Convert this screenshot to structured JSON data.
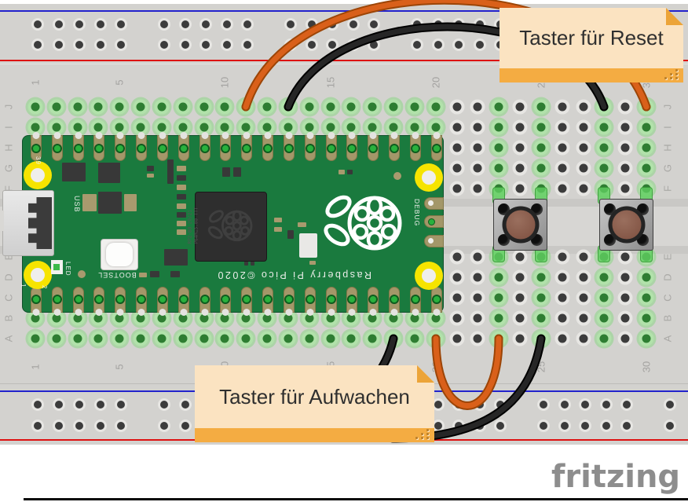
{
  "notes": {
    "reset": {
      "text": "Taster für Reset"
    },
    "wake": {
      "text": "Taster für Aufwachen"
    }
  },
  "watermark": {
    "text": "fritzing"
  },
  "breadboard": {
    "columns": 30,
    "column_numbers": [
      "1",
      "5",
      "10",
      "15",
      "20",
      "25",
      "30"
    ],
    "row_letters_upper": [
      "J",
      "I",
      "H",
      "G",
      "F"
    ],
    "row_letters_lower": [
      "E",
      "D",
      "C",
      "B",
      "A"
    ],
    "highlight_columns": [
      23,
      25,
      28,
      30
    ],
    "device_column_range": [
      1,
      20
    ],
    "colors": {
      "board": "#d3d2cf",
      "hole": "#3c3c3c",
      "hole_ring": "#e7e6e3",
      "connected_hole": "#2e7d32",
      "connected_ring": "#b1e2aa",
      "positive_rail_line": "#dd1111",
      "negative_rail_line": "#2222cc"
    }
  },
  "pico": {
    "board_color": "#1a7a3e",
    "silkscreen": {
      "title": "Raspberry Pi Pico ©2020",
      "usb": "USB",
      "led": "LED",
      "bootsel": "BOOTSEL",
      "debug": "DEBUG",
      "pin1": "1",
      "pin2": "2",
      "pin39": "39"
    },
    "chip": {
      "line1": "RP2-B0 20/21",
      "line2": "P64M15.00 TTT"
    }
  },
  "wires": {
    "signal_color": "#d9601a",
    "signal_edge": "#9c4507",
    "ground_color": "#262626",
    "ground_edge": "#000000"
  },
  "buttons": {
    "count": 2,
    "body_color": "#9f9f9f",
    "cap_color": "#8a5f4e"
  }
}
